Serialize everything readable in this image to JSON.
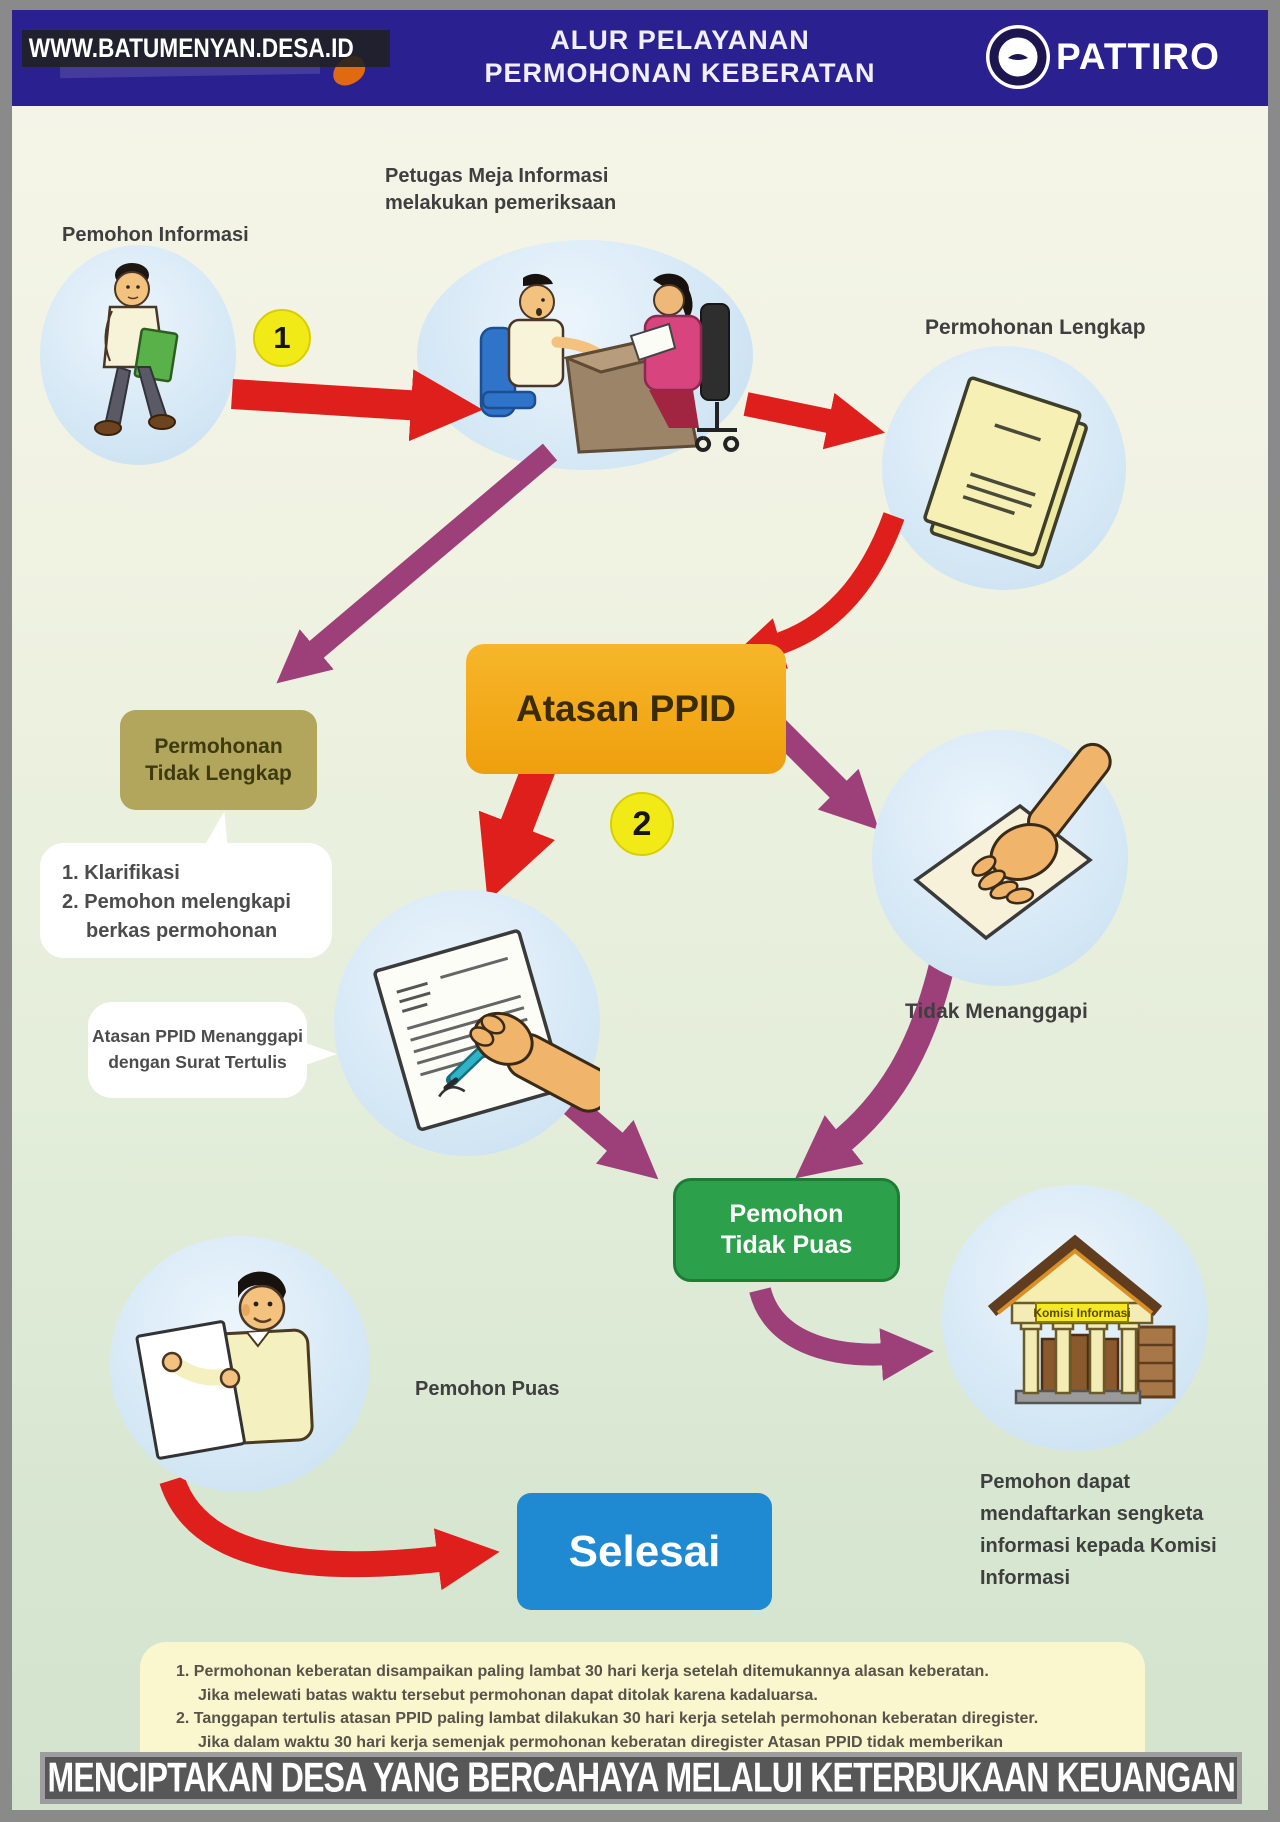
{
  "header": {
    "watermark": "WWW.BATUMENYAN.DESA.ID",
    "title_line1": "ALUR PELAYANAN",
    "title_line2": "PERMOHONAN KEBERATAN",
    "brand": "PATTIRO"
  },
  "flow": {
    "pemohon_informasi_label": "Pemohon Informasi",
    "step1_badge": "1",
    "petugas_label_line1": "Petugas Meja Informasi",
    "petugas_label_line2": "melakukan pemeriksaan",
    "permohonan_lengkap_label": "Permohonan Lengkap",
    "atasan_ppid_label": "Atasan PPID",
    "step2_badge": "2",
    "permohonan_tidak_lengkap_line1": "Permohonan",
    "permohonan_tidak_lengkap_line2": "Tidak Lengkap",
    "klarifikasi_line1": "1. Klarifikasi",
    "klarifikasi_line2": "2. Pemohon melengkapi",
    "klarifikasi_line3": "berkas permohonan",
    "tanggapan_line1": "Atasan PPID Menanggapi",
    "tanggapan_line2": "dengan Surat Tertulis",
    "tidak_menanggapi_label": "Tidak Menanggapi",
    "pemohon_tidak_puas_line1": "Pemohon",
    "pemohon_tidak_puas_line2": "Tidak Puas",
    "komisi_sign": "Komisi Informasi",
    "sengketa_line1": "Pemohon dapat",
    "sengketa_line2": "mendaftarkan sengketa",
    "sengketa_line3": "informasi kepada Komisi",
    "sengketa_line4": "Informasi",
    "pemohon_puas_label": "Pemohon Puas",
    "selesai_label": "Selesai"
  },
  "notes": {
    "line1": "1. Permohonan keberatan disampaikan paling lambat 30 hari kerja setelah ditemukannya alasan keberatan.",
    "line2": "Jika melewati batas waktu tersebut permohonan dapat ditolak karena kadaluarsa.",
    "line3": "2. Tanggapan tertulis atasan PPID paling lambat dilakukan 30 hari kerja setelah permohonan keberatan diregister.",
    "line4": "Jika dalam waktu 30 hari kerja semenjak permohonan keberatan diregister Atasan PPID tidak memberikan"
  },
  "caption": "MENCIPTAKAN DESA YANG BERCAHAYA MELALUI KETERBUKAAN KEUANGAN",
  "colors": {
    "header_blue": "#2b2090",
    "arrow_red": "#df1f1c",
    "arrow_purple": "#9d4079",
    "badge_yellow": "#f2ea16",
    "ppid_orange": "#f2a716",
    "incomplete_khaki": "#b2a55c",
    "dissatisfied_green": "#2da04b",
    "done_blue": "#1f8ad1",
    "notes_yellow": "#faf6cd",
    "circle_blue": "#cfe4f4"
  }
}
